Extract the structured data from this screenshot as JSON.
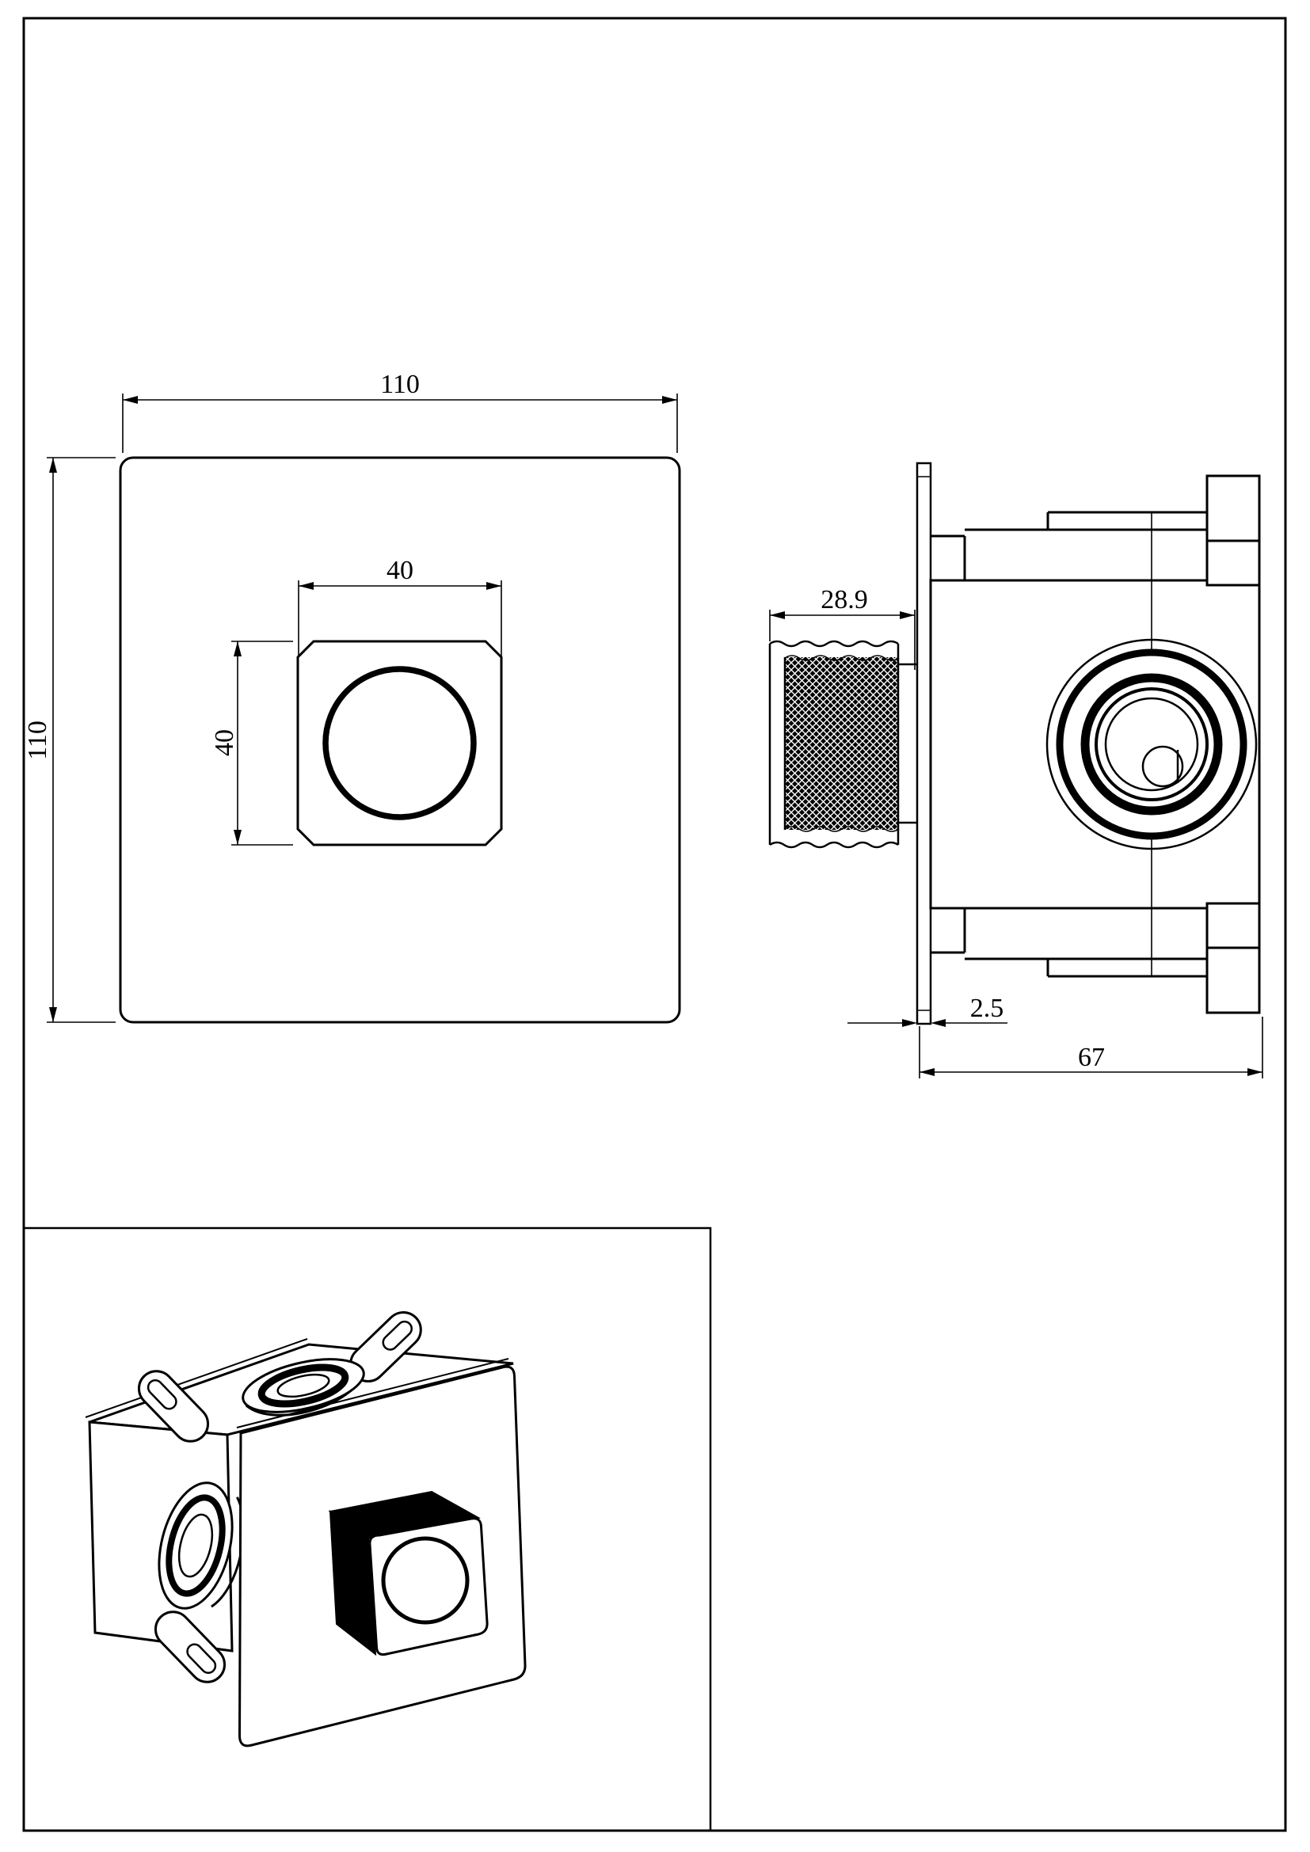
{
  "drawing": {
    "front_view": {
      "plate_width_label": "110",
      "plate_height_label": "110",
      "button_width_label": "40",
      "button_height_label": "40"
    },
    "side_view": {
      "handle_depth_label": "28.9",
      "plate_thickness_label": "2.5",
      "body_depth_label": "67"
    },
    "colors": {
      "line": "#000000",
      "paper": "#ffffff"
    }
  }
}
